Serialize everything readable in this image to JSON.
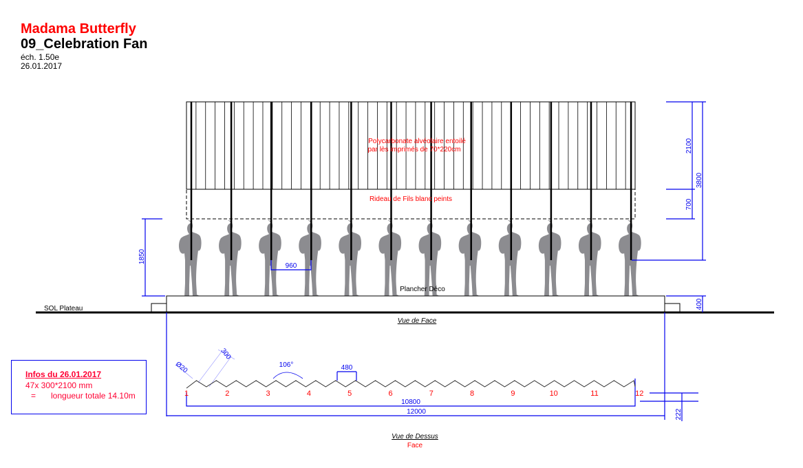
{
  "header": {
    "title": "Madama Butterfly",
    "subtitle": "09_Celebration Fan",
    "scale": "éch. 1.50e",
    "date": "26.01.2017"
  },
  "labels": {
    "panel_note_1": "Polycarbonate alvéolaire entoilé",
    "panel_note_2": "par lès imprimés de 70*220cm",
    "curtain": "Rideau de Fils blanc peints",
    "floor": "Plancher Déco",
    "stage_floor": "SOL Plateau",
    "front_view": "Vue de Face",
    "top_view": "Vue de Dessus",
    "top_view_sub": "Face"
  },
  "dimensions": {
    "height_panel": "2100",
    "height_total": "3800",
    "height_curtain": "700",
    "height_platform": "400",
    "height_person": "1850",
    "pole_spacing": "960",
    "panel_width": "300",
    "diameter": "Ø20",
    "angle": "106°",
    "pitch": "480",
    "inner_length": "10800",
    "outer_length": "12000",
    "depth": "222"
  },
  "pole_numbers": [
    "1",
    "2",
    "3",
    "4",
    "5",
    "6",
    "7",
    "8",
    "9",
    "10",
    "11",
    "12"
  ],
  "info": {
    "title": "Infos du 26.01.2017",
    "line1": "47x 300*2100 mm",
    "eq": "=",
    "line2": "longueur totale 14.10m"
  },
  "colors": {
    "red": "#ff0000",
    "dim_blue": "#0000ee",
    "figure_gray": "#8c8c90"
  }
}
